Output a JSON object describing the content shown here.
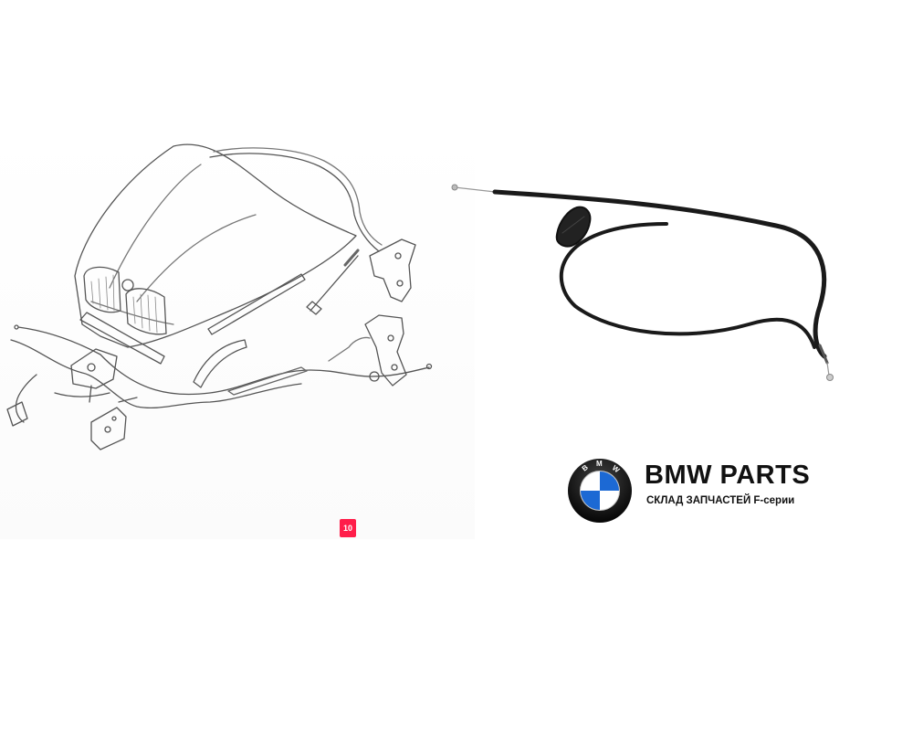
{
  "diagram": {
    "callout_number": "10",
    "line_color": "#555555",
    "callout_color": "#ff1e4a"
  },
  "product_photo": {
    "subject": "hood release cable",
    "cable_color": "#1a1a1a"
  },
  "brand": {
    "logo_letters": "BMW",
    "title": "BMW PARTS",
    "subtitle": "СКЛАД ЗАПЧАСТЕЙ F-серии",
    "logo_blue": "#1c69d4",
    "logo_ring": "#111111"
  },
  "icons": {
    "logo": "bmw-roundel-icon"
  }
}
